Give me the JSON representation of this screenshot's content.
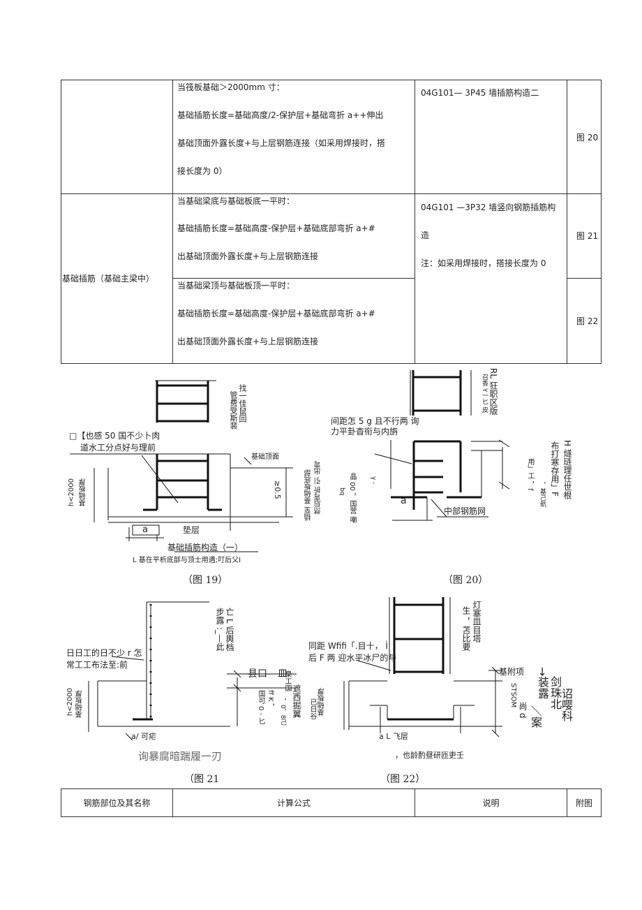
{
  "table_top": {
    "row1": {
      "formula_lines": [
        "当筏板基础＞2000mm 寸：",
        "基础插筋长度=基础高度/2-保护层+基础弯折 a++伸出",
        "基础顶面外露长度+与上层钢筋连接（如采用焊接时，搭",
        "接长度为 0）"
      ],
      "note": "04G101— 3P45 墙插筋构造二",
      "figure": "图 20"
    },
    "merged_name": "基础插筋（基础主梁中）",
    "row2": {
      "formula_lines": [
        "当基础梁底与基础板底一平时：",
        "基础插筋长度=基础高度-保护层+基础底部弯折  a+#",
        "出基础顶面外露长度+与上层钢筋连接"
      ],
      "note_lines": [
        "04G101 —3P32 墙竖向钢筋插筋构",
        "造",
        "注：如采用焊接时，搭接长度为  0"
      ],
      "figure": "图 21"
    },
    "row3": {
      "formula_lines": [
        "当基础梁顶与基础板顶一平时：",
        "基础插筋长度=基础高度-保护层+基础底部弯折  a+#",
        "出基础顶面外露长度+与上层钢筋连接"
      ],
      "figure": "图 22"
    }
  },
  "fig19": {
    "caption": "（图  19）",
    "vert_note": "找一佳鼠回",
    "vert_note2": "管费受斯裴",
    "left_note": [
      "□【也感 50 国不少卜肉",
      "道水工分点好与理前"
    ],
    "top_label": "基础顶面",
    "dim_left": "h<2000",
    "dim_left2": "基础板厚",
    "dim_right": "≥0.5",
    "right_vert": "插至 基础板底部",
    "right_vert2": "然后弯折 引 出弯",
    "a_label": "a",
    "bottom_label": "垫层",
    "title": "基础插筋构造（一）",
    "footnote": "L 基在平析底部与顶士用遇;叮后父I"
  },
  "fig20": {
    "caption": "（图  20）",
    "vert_a": "RL 狂职区版",
    "vert_b": "召香 Y一匕 皮",
    "note": [
      "间距怎 5 g 且不行两 询",
      "力平卦杳衔与内旃"
    ],
    "right_vert": "H 燧琏理任世根",
    "right_vert2": "布打寒存用」F",
    "right_vert3": "用」工 ，f",
    "right_vert4": "，基己航",
    "mid_vert": "晶 00 ，国营 嘲",
    "mid_vert2": "γ -",
    "mid_vert3": "bq",
    "a_label": "a",
    "bottom_label": "中部钢筋网"
  },
  "fig21": {
    "caption": "（图  21",
    "vert_top": "亡 L 后輿档",
    "vert_top2": "步露 :_—此",
    "left_note": [
      "日日工的日不少 r  怎",
      "常工工布法至:前"
    ],
    "mid_label": "县口",
    "mid_label2": "皿",
    "vert_right": "遮西掘翼",
    "vert_right2": "臬工国",
    "vert_right3": "ff K ，",
    "vert_right4": "国可 0 - 匕",
    "vert_right5": "，0，8己",
    "vert_far": "已日谷",
    "dim_left": "h<2000",
    "dim_left2": "基础板厚",
    "a_label": "a/ 可疟",
    "title": "询暴腐暗踹履一刃"
  },
  "fig22": {
    "caption": "（图  22）",
    "vert_a": "灯塞皿目塔",
    "vert_b": "生 ，苫比要",
    "note": [
      "同距 Wfifi「.目十，  Ì",
      "后 F 两 迎水平冰尸的与"
    ],
    "top_label": "基附项",
    "right_vert": "STSOM",
    "right_vert2": "尚 d",
    "right_big": [
      "→装露",
      "剑珠北",
      "诏嘤科",
      "＼案"
    ],
    "dim_left": "基础板厚",
    "bottom_label": "a L  飞层",
    "footnote": "，也龄酌昼研匝吏壬"
  },
  "table_bottom": {
    "headers": [
      "钢筋部位及其名称",
      "计算公式",
      "说明",
      "附图"
    ]
  }
}
